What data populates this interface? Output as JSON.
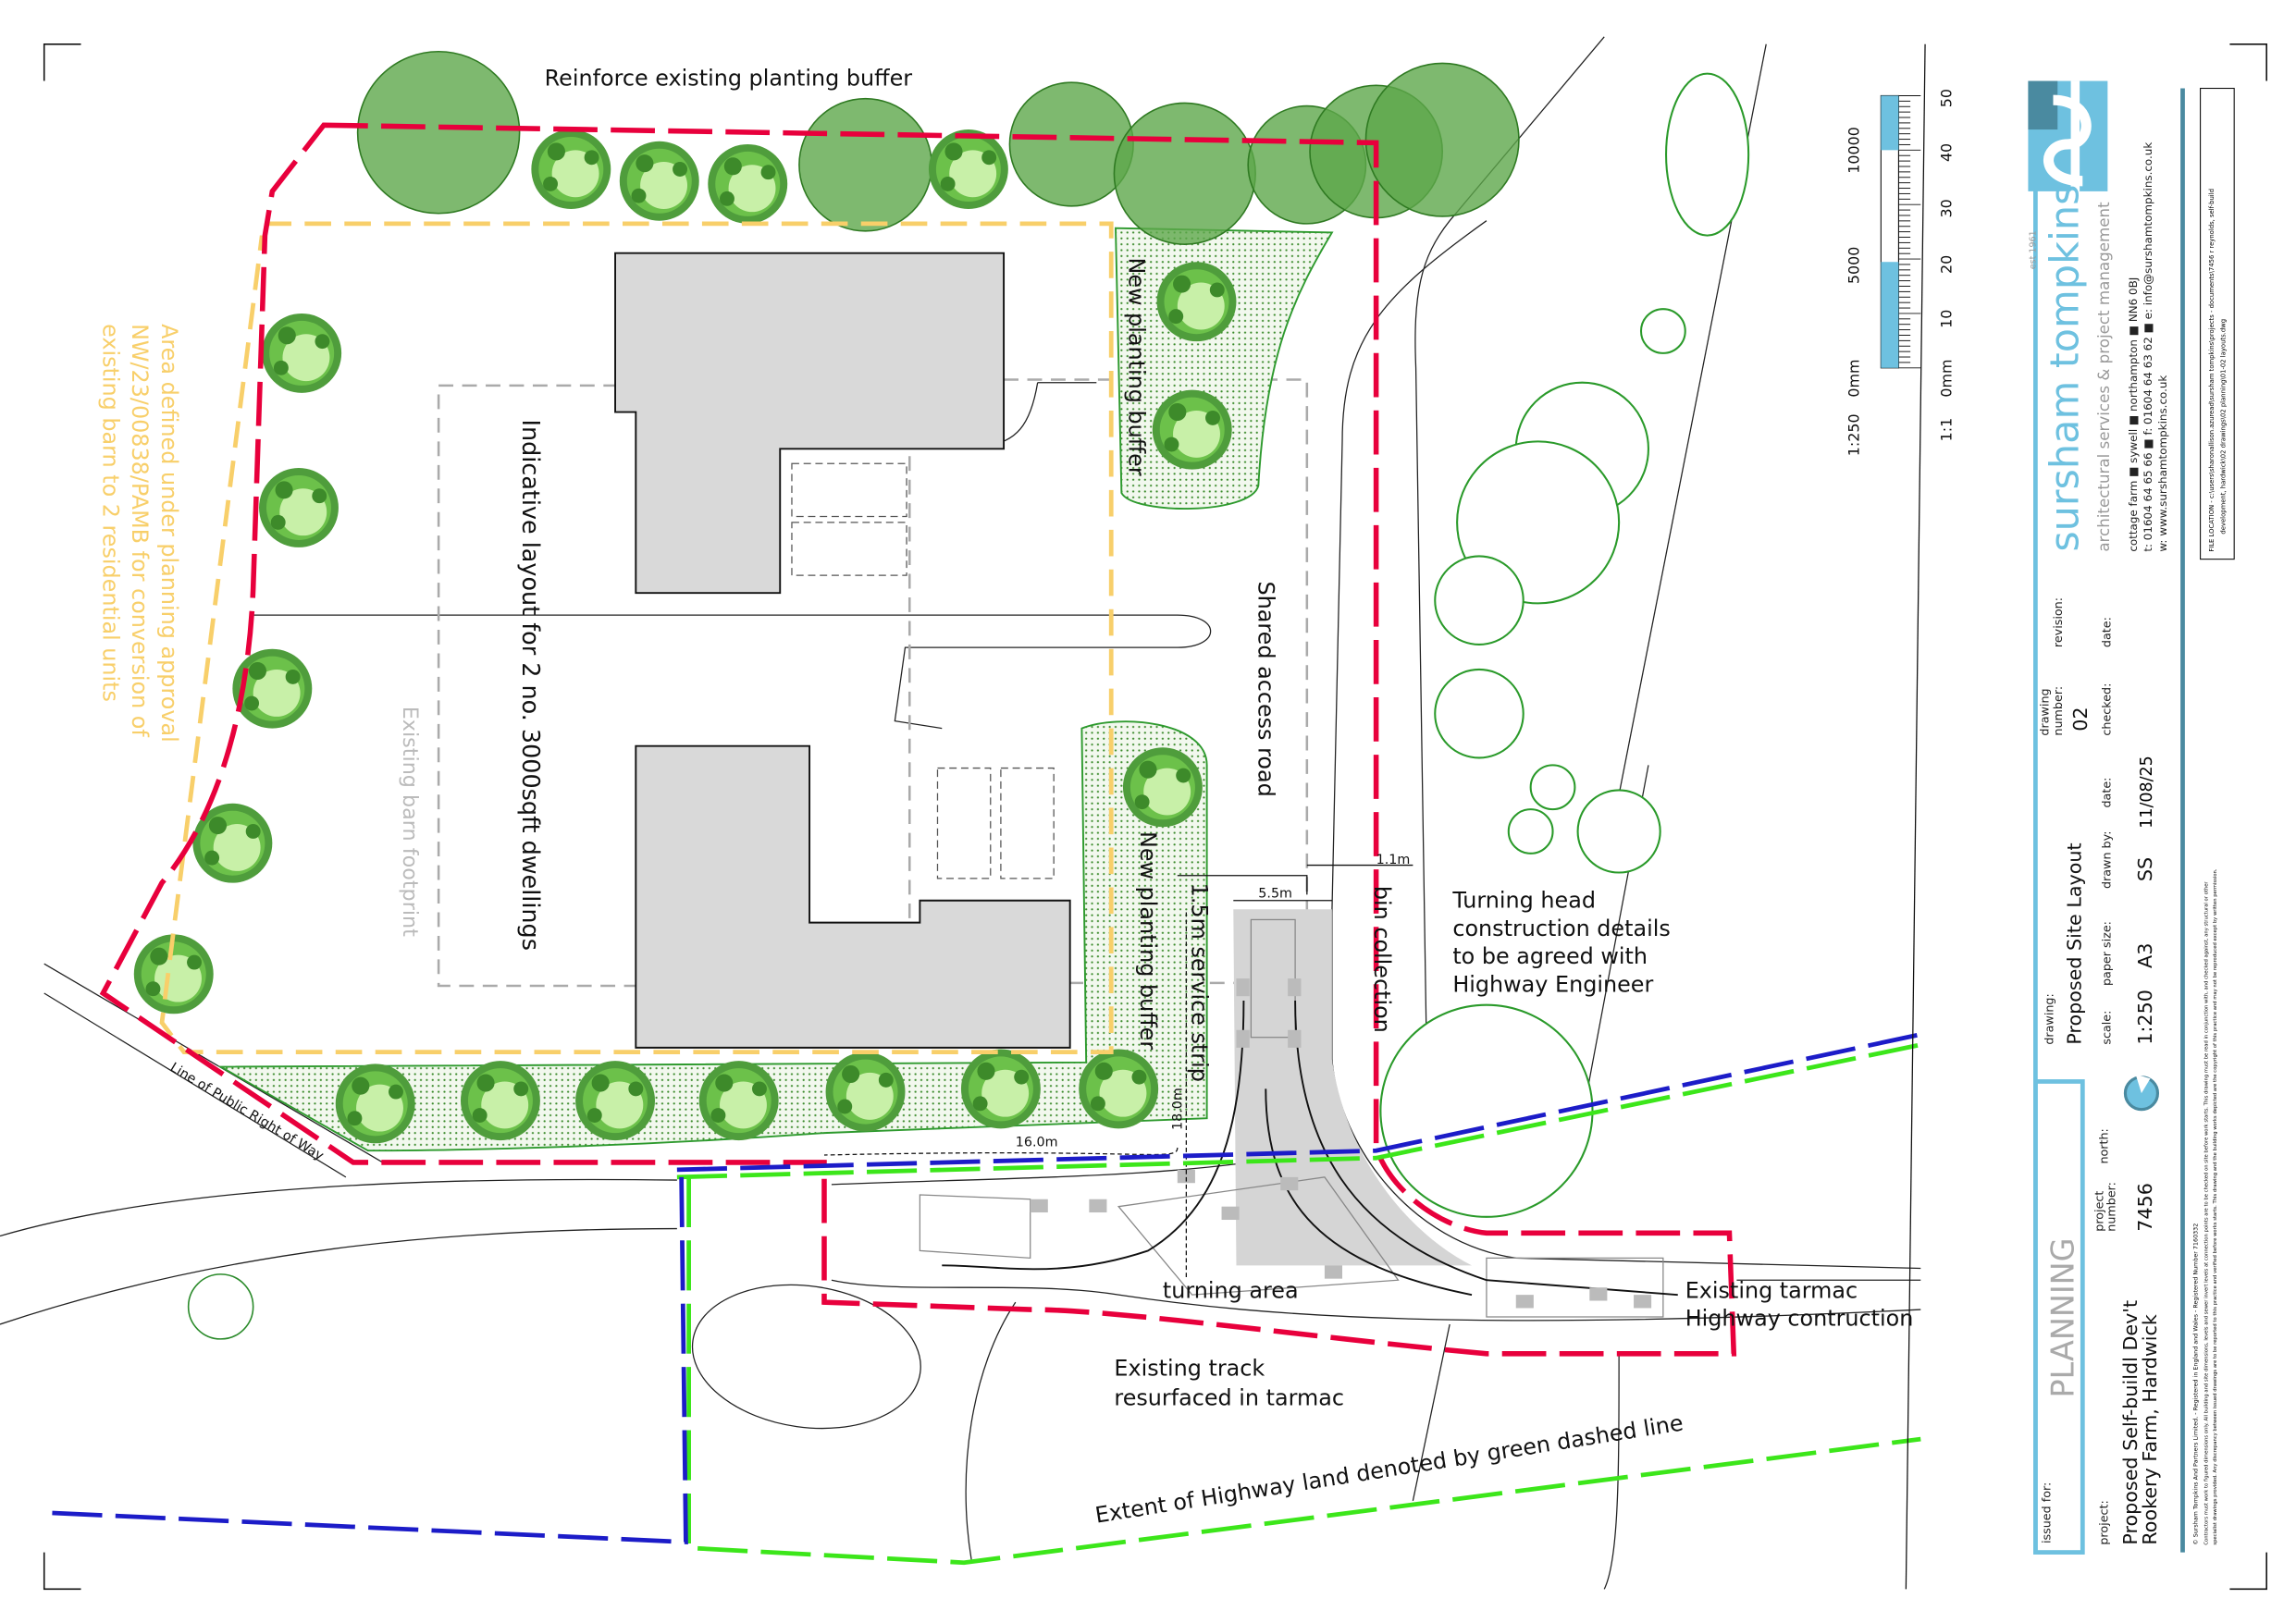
{
  "drawing": {
    "labels": {
      "reinforce": "Reinforce existing planting buffer",
      "indicative": "Indicative layout for 2 no. 3000sqft dwellings",
      "barn": "Existing barn footprint",
      "area_lines": [
        "Area defined under planning approval",
        "NW/23/00838/PAMB for conversion of",
        "existing barn to 2 residential units"
      ],
      "planting_top": "New planting buffer",
      "planting_bottom": "New planting buffer",
      "shared_road": "Shared access road",
      "service_strip": "1.5m service strip",
      "bin": "bin collection",
      "turning_head": [
        "Turning head",
        "construction details",
        "to be agreed with",
        "Highway Engineer"
      ],
      "turning_area": "turning area",
      "track": [
        "Existing track",
        "resurfaced in tarmac"
      ],
      "tarmac": [
        "Existing tarmac",
        "Highway contruction"
      ],
      "highway_extent": "Extent of Highway land denoted by green dashed line",
      "right_of_way": "Line of Public Right of Way"
    },
    "dimensions": {
      "d1": "1.1m",
      "d2": "5.5m",
      "d3": "18.0m",
      "d4": "16.0m"
    },
    "colors": {
      "boundary": "#e8003c",
      "area": "#f8cf6a",
      "highway_blue": "#1c1cc8",
      "highway_green": "#3ce61a",
      "tree": "#3f9a2e",
      "brand": "#6ec1e0"
    }
  },
  "scale_bar": {
    "left_labels": [
      "10000",
      "5000",
      "0mm",
      "1:250"
    ],
    "right_labels": [
      "50",
      "40",
      "30",
      "20",
      "10",
      "0mm",
      "1:1"
    ]
  },
  "title_block": {
    "company": "sursham tompkins",
    "est": "est 1961",
    "tagline": "architectural services & project management",
    "address": "cottage farm ■ sywell ■ northampton ■ NN6 0BJ",
    "phone": "t: 01604 64 65 66 ■ f: 01604 64 63 62 ■ e: info@surshamtompkins.co.uk",
    "web": "w: www.surshamtompkins.co.uk",
    "file_location": [
      "FILE LOCATION - c:\\users\\sharonallison.azuread\\sursham tompkins\\projects - documents\\7456 r reynolds, self-build",
      "development, hardwick\\02 drawings\\02 planning\\01-02 layouts.dwg"
    ],
    "issued_for_label": "issued for:",
    "issued_for": "PLANNING",
    "project_label": "project:",
    "project": [
      "Proposed Self-buildl Dev't",
      "Rookery Farm, Hardwick"
    ],
    "project_number_label": [
      "project",
      "number:"
    ],
    "project_number": "7456",
    "north_label": "north:",
    "drawing_label": "drawing:",
    "drawing": "Proposed Site Layout",
    "scale_label": "scale:",
    "scale": "1:250",
    "paper_label": "paper size:",
    "paper": "A3",
    "drawn_label": "drawn by:",
    "drawn": "SS",
    "date_label": "date:",
    "date": "11/08/25",
    "drawing_number_label": [
      "drawing",
      "number:"
    ],
    "drawing_number": "02",
    "checked_label": "checked:",
    "revision_label": "revision:",
    "revision_date_label": "date:",
    "copyright": [
      "© Sursham Tompkins And Partners Limited. - Registered in England and Wales - Registered Number 7160332",
      "Contractors must work to figured dimensions only. All building and site dimensions, levels and sewer invert levels at connection points are to be checked on site before work starts. This drawing must be read in conjunction with, and checked against, any structural or other",
      "specialist drawings provided. Any discrepancy between issued drawings are to be reported to this practice and verified before works starts. This drawing and the building works depicted are the copyright of this practice and may not be reproduced except by written permission."
    ]
  }
}
